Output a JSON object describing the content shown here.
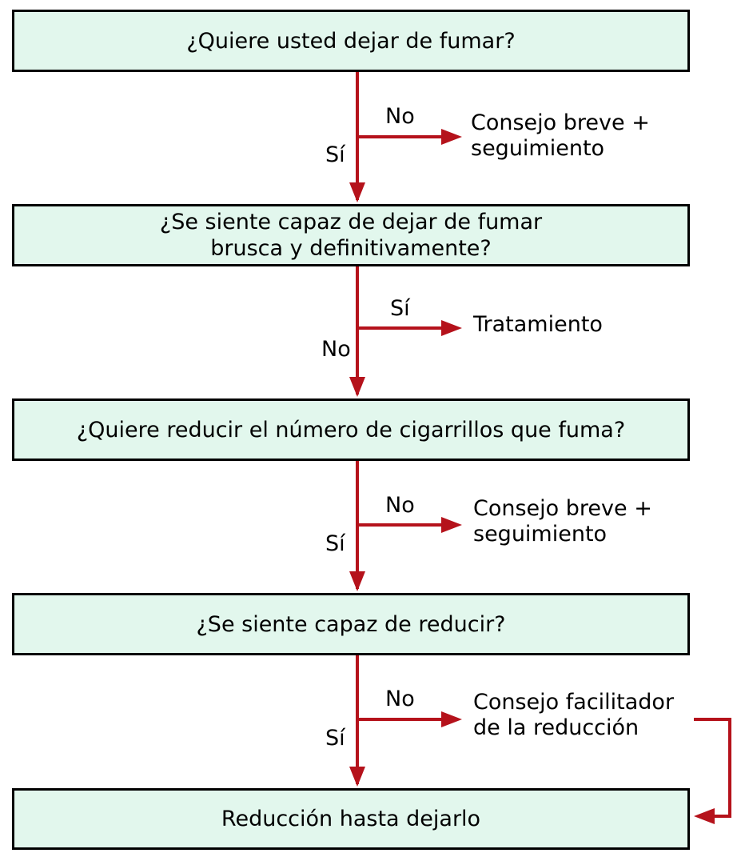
{
  "nodes": {
    "q1": "¿Quiere usted dejar de fumar?",
    "q2": "¿Se siente capaz de dejar de fumar\nbrusca y definitivamente?",
    "q3": "¿Quiere reducir el número de cigarrillos que fuma?",
    "q4": "¿Se siente capaz de reducir?",
    "end": "Reducción hasta dejarlo"
  },
  "branches": [
    {
      "down_label": "Sí",
      "side_label": "No",
      "outcome": "Consejo breve +\nseguimiento"
    },
    {
      "down_label": "No",
      "side_label": "Sí",
      "outcome": "Tratamiento"
    },
    {
      "down_label": "Sí",
      "side_label": "No",
      "outcome": "Consejo breve +\nseguimiento"
    },
    {
      "down_label": "Sí",
      "side_label": "No",
      "outcome": "Consejo facilitador\nde la reducción"
    }
  ],
  "colors": {
    "box_fill": "#e2f7ed",
    "box_border": "#000000",
    "arrow": "#b5121b"
  }
}
